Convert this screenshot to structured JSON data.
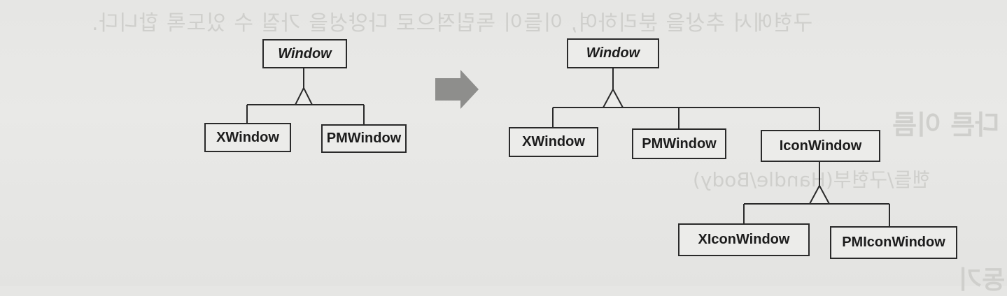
{
  "background_text": {
    "top_line": "구현에서 추상을 분리하여, 이들이 독립적으로 다양성을 가질 수 있도록 합니다.",
    "heading": "다른 이름",
    "middle_line": "핸들/구현부(Handle/Body)",
    "bottom_fragment": "동기"
  },
  "diagram_left": {
    "root": "Window",
    "children": [
      "XWindow",
      "PMWindow"
    ]
  },
  "arrow": {
    "color": "#8e8e8c"
  },
  "diagram_right": {
    "root": "Window",
    "children": [
      "XWindow",
      "PMWindow",
      "IconWindow"
    ],
    "grandchildren": [
      "XIconWindow",
      "PMIconWindow"
    ]
  }
}
